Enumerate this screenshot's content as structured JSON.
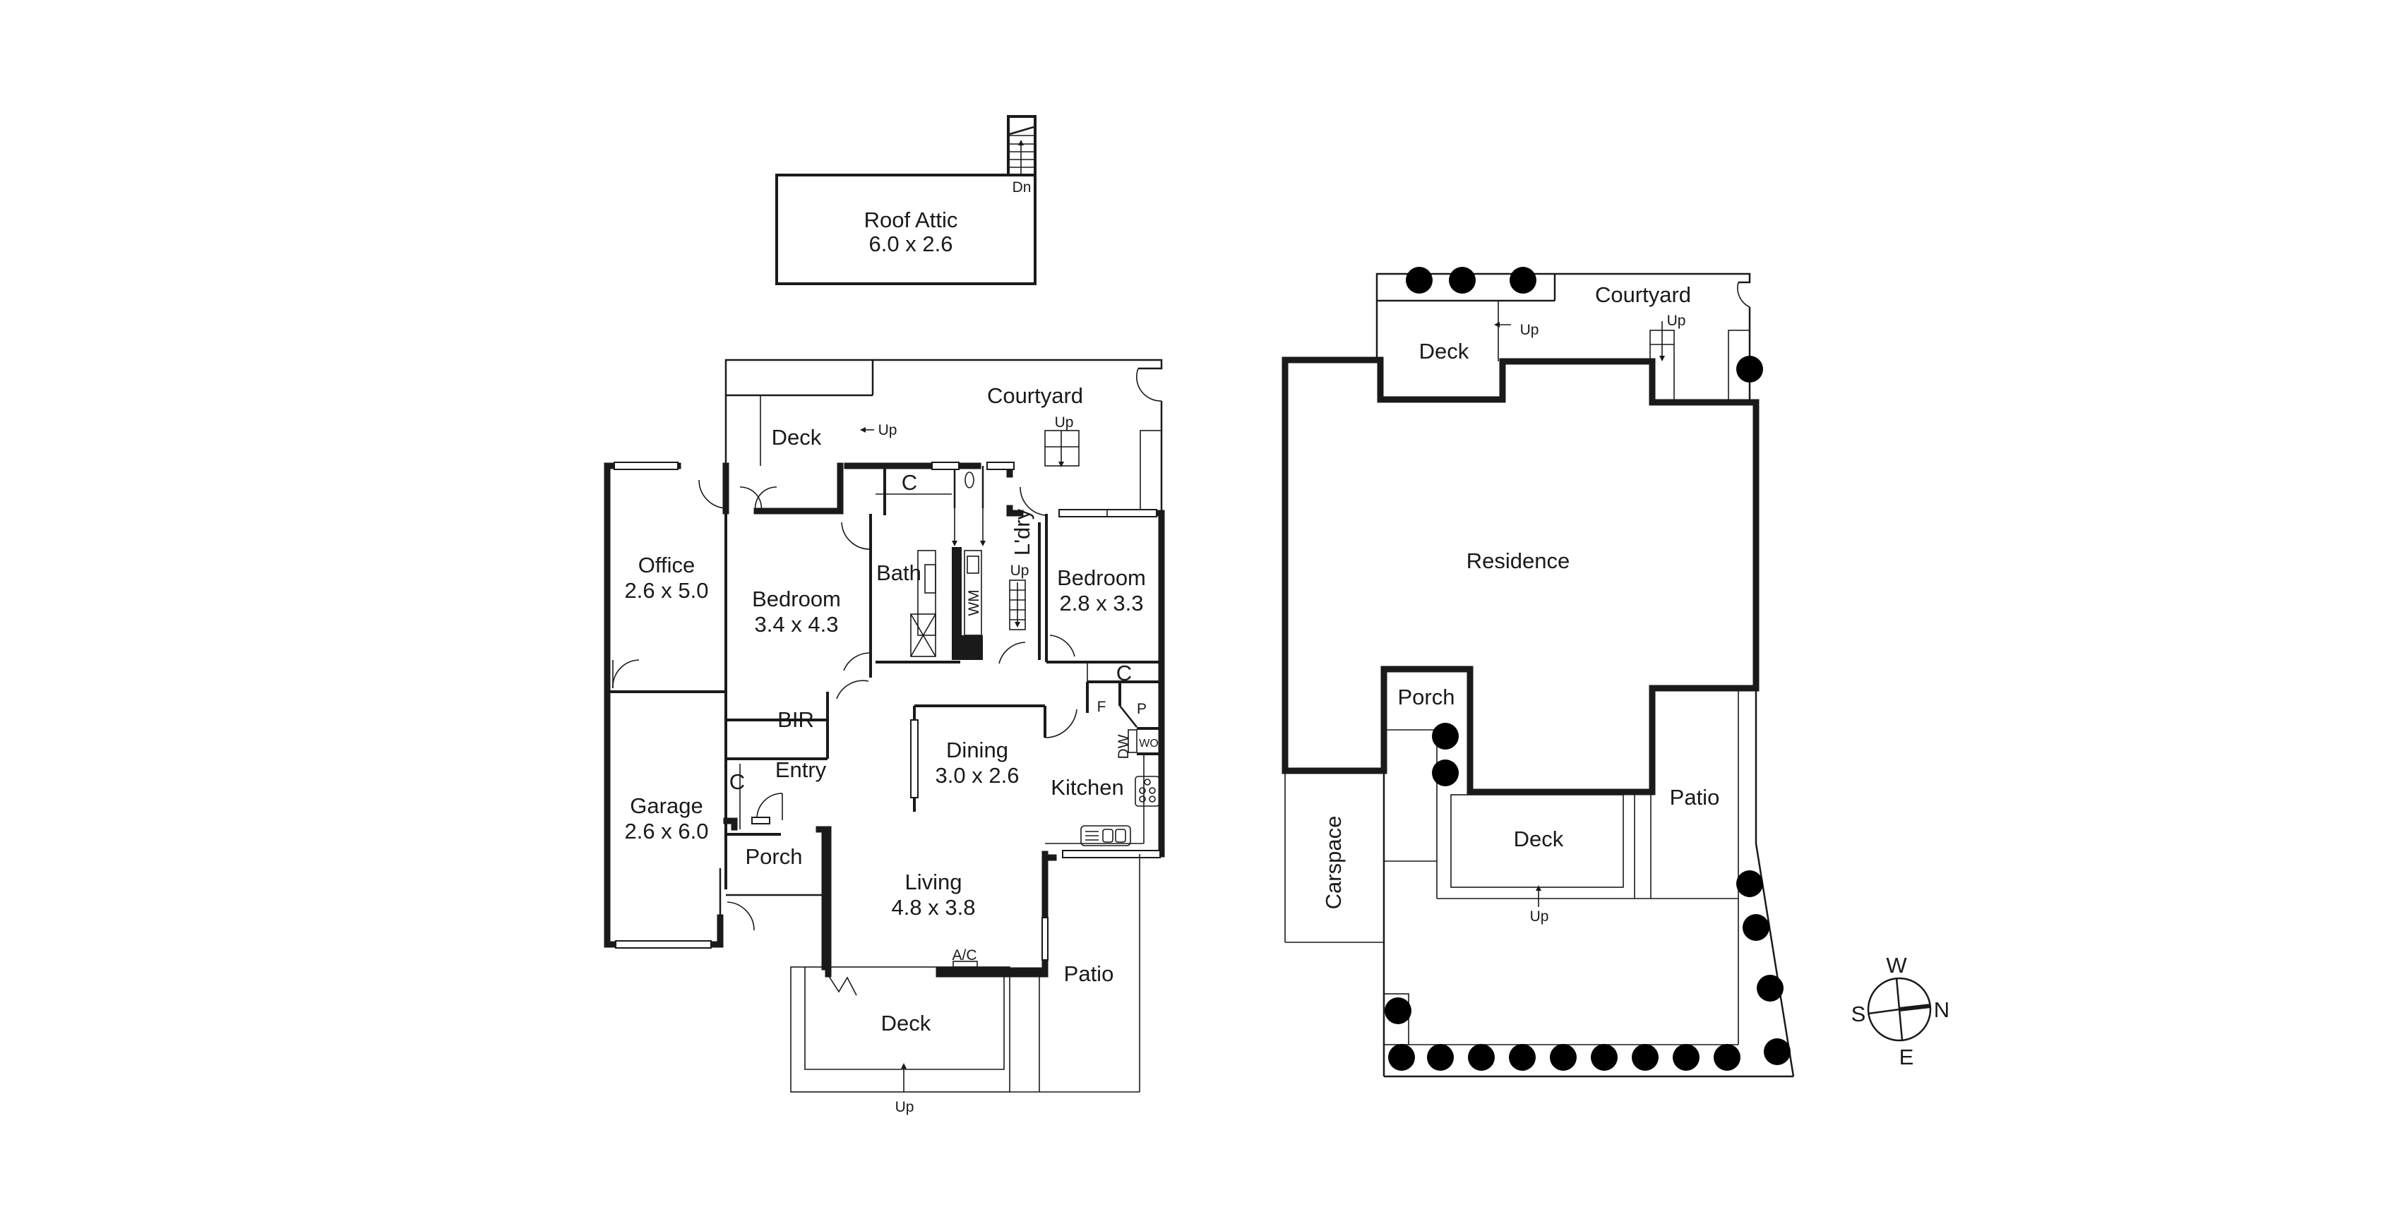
{
  "plan": {
    "background": "#ffffff",
    "ink_color": "#1a1a1a"
  },
  "attic": {
    "name": "Roof Attic",
    "size": "6.0 x 2.6",
    "stair_label": "Dn"
  },
  "floor_plan": {
    "rooms": {
      "office": {
        "name": "Office",
        "size": "2.6 x 5.0"
      },
      "garage": {
        "name": "Garage",
        "size": "2.6 x 6.0"
      },
      "bedroom_main": {
        "name": "Bedroom",
        "size": "3.4 x 4.3"
      },
      "bedroom_second": {
        "name": "Bedroom",
        "size": "2.8 x 3.3"
      },
      "bath": {
        "name": "Bath"
      },
      "laundry": {
        "name": "L'dry"
      },
      "dining": {
        "name": "Dining",
        "size": "3.0 x 2.6"
      },
      "living": {
        "name": "Living",
        "size": "4.8 x 3.8"
      },
      "kitchen": {
        "name": "Kitchen"
      },
      "entry": {
        "name": "Entry"
      },
      "porch": {
        "name": "Porch"
      },
      "deck_rear": {
        "name": "Deck"
      },
      "deck_front": {
        "name": "Deck"
      },
      "courtyard": {
        "name": "Courtyard"
      },
      "patio": {
        "name": "Patio"
      }
    },
    "fixtures": {
      "bir": "BIR",
      "cupboard_1": "C",
      "cupboard_2": "C",
      "cupboard_3": "C",
      "fridge": "F",
      "pantry": "P",
      "dishwasher": "DW",
      "wall_oven": "WO",
      "washing_machine": "WM",
      "air_conditioner": "A/C"
    },
    "stair_labels": {
      "deck_up": "Up",
      "courtyard_up": "Up",
      "laundry_up": "Up",
      "front_deck_up": "Up"
    }
  },
  "site_plan": {
    "areas": {
      "residence": "Residence",
      "deck_rear": "Deck",
      "courtyard": "Courtyard",
      "porch": "Porch",
      "deck_front": "Deck",
      "patio": "Patio",
      "carspace": "Carspace"
    },
    "stair_labels": {
      "deck_up": "Up",
      "courtyard_up": "Up",
      "front_deck_up": "Up"
    }
  },
  "compass": {
    "north": "N",
    "south": "S",
    "east": "E",
    "west": "W"
  }
}
